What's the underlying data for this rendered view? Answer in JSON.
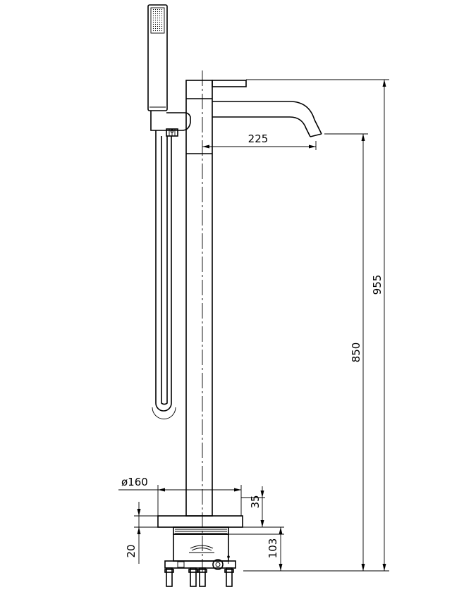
{
  "dimensions": {
    "spout_reach": "225",
    "total_height": "955",
    "spout_height": "850",
    "base_diameter": "ø160",
    "plinth_height": "35",
    "body_height": "103",
    "floor_offset": "20"
  }
}
